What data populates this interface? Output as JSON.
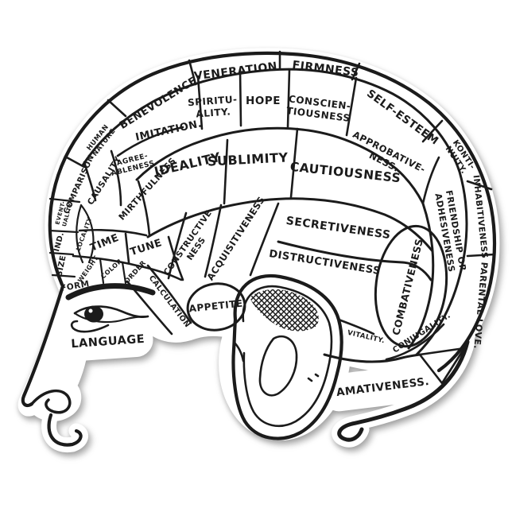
{
  "artwork": {
    "kind": "phrenology-head-sticker",
    "colors": {
      "ink": "#1b1b1b",
      "paper": "#ffffff"
    }
  },
  "labels": {
    "human_nature_1": "HUMAN",
    "human_nature_2": "NATURE",
    "benevolence": "BENEVOLENCE",
    "veneration": "VENERATION",
    "firmness": "FIRMNESS",
    "self_esteem": "SELF-ESTEEM",
    "kontinuity_1": "KONTI-",
    "kontinuity_2": "NUITY.",
    "inhabitiveness": "INHABITIVENESS",
    "parental_love": "PARENTAL LOVE.",
    "imitation": "IMITATION.",
    "agreeableness_1": "AGREE-",
    "agreeableness_2": "ABLENESS.",
    "spirituality_1": "SPIRITU-",
    "spirituality_2": "ALITY.",
    "hope": "HOPE",
    "conscientiousness_1": "CONSCIEN-",
    "conscientiousness_2": "TIOUSNESS",
    "approbativeness_1": "APPROBATIVE-",
    "approbativeness_2": "NESS.",
    "friendship_1": "FRIENDSHIP OR",
    "friendship_2": "ADHESIVENESS",
    "comparison": "COMPARISON",
    "causality": "CAUSALITY",
    "mirthfulness": "MIRTHFULNESS",
    "ideality": "IDEALITY",
    "sublimity": "SUBLIMITY",
    "cautiousness": "CAUTIOUSNESS",
    "eventuality_1": "EVENT-",
    "eventuality_2": "UALITY",
    "individuality": "IND.",
    "locality": "LOCALITY",
    "size": "SIZE",
    "weight": "WEIGHT",
    "color": "COLOR",
    "order": "ORDER",
    "calculation": "CALCULATION",
    "form": "FORM",
    "time": "TIME",
    "tune": "TUNE",
    "constructiveness_1": "CONSTRUCTIVE",
    "constructiveness_2": "NESS",
    "acquisitiveness": "ACQUISITIVENESS",
    "secretiveness": "SECRETIVENESS",
    "distructiveness": "DISTRUCTIVENESS",
    "appetite": "APPETITE",
    "combativeness": "COMBATIVENESS",
    "vitality": "VITALITY.",
    "conjugality": "CONJUGALITY.",
    "amativeness": "AMATIVENESS.",
    "language": "LANGUAGE"
  }
}
